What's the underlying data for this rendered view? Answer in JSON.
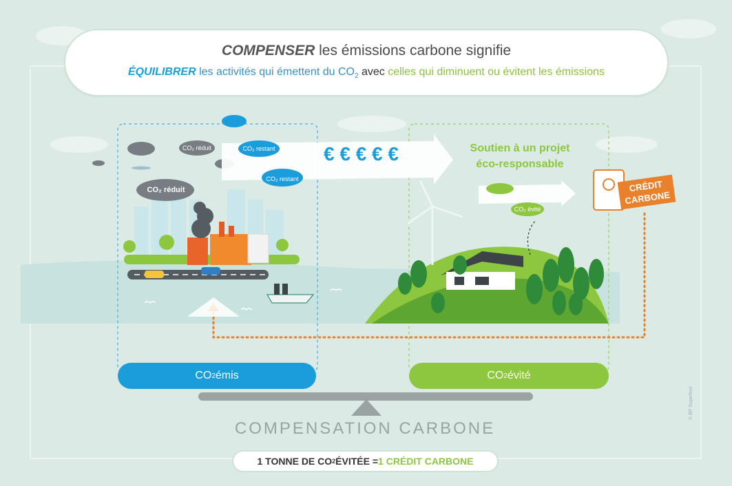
{
  "title": {
    "line1_bold": "COMPENSER",
    "line1_rest": " les émissions carbone signifie",
    "line2_bold": "ÉQUILIBRER",
    "line2_part1": " les activités qui émettent du CO",
    "line2_sub": "2",
    "line2_avec": " avec ",
    "line2_green": "celles qui diminuent ou évitent les émissions"
  },
  "clouds": {
    "co2_reduit_small": "CO₂ réduit",
    "co2_restant_1": "CO₂ restant",
    "co2_restant_2": "CO₂ restant",
    "co2_reduit_big": "CO₂ réduit",
    "co2_evite": "CO₂ évité"
  },
  "euro_symbols": "€ € € € €",
  "project_label": {
    "line1": "Soutien à un projet",
    "line2": "éco-responsable"
  },
  "credit_tag": {
    "line1": "CRÉDIT",
    "line2": "CARBONE"
  },
  "pills": {
    "emis_prefix": "CO",
    "emis_sub": "2",
    "emis_suffix": " émis",
    "evite_prefix": "CO",
    "evite_sub": "2",
    "evite_suffix": " évité"
  },
  "compensation_label": "COMPENSATION CARBONE",
  "bottom": {
    "part1": "1 TONNE DE CO",
    "sub": "2",
    "part2": " ÉVITÉE = ",
    "highlight": "1 CRÉDIT CARBONE"
  },
  "copyright": "© BP Superfoul",
  "colors": {
    "blue": "#1b9ddb",
    "green": "#8dc63f",
    "orange": "#e8802c",
    "background": "#dbeae4"
  }
}
